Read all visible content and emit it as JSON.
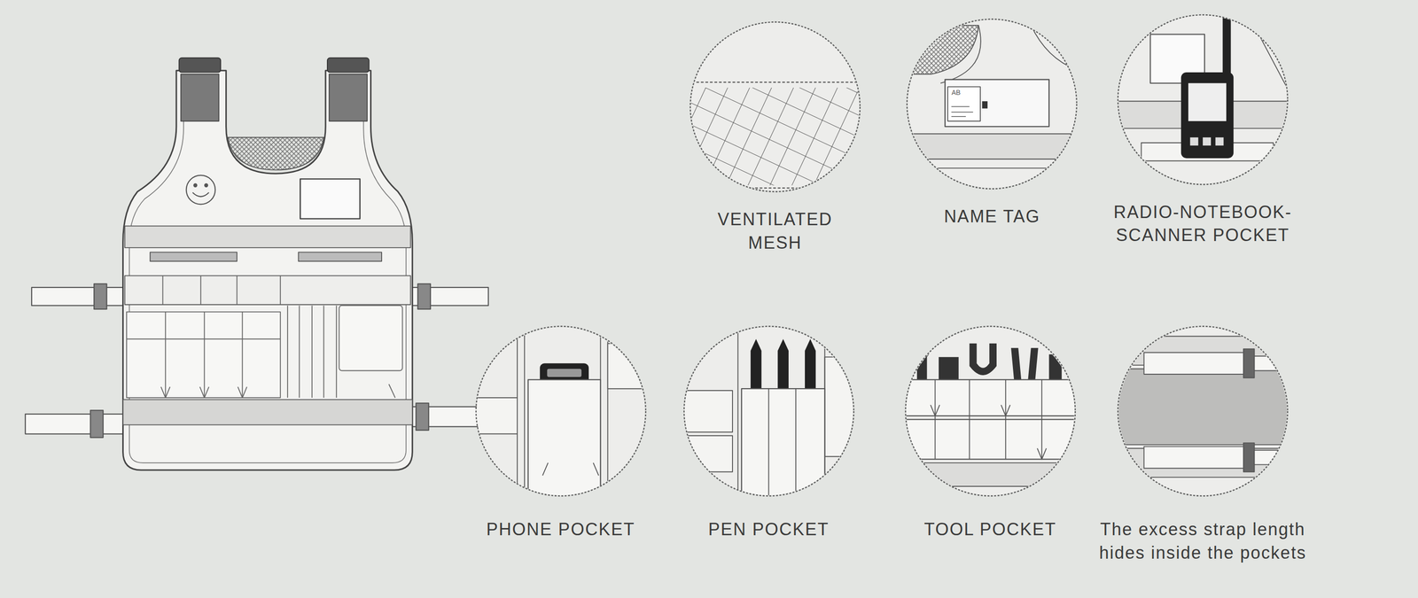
{
  "diagram": {
    "nodes": [
      {
        "text": [
          "VENTILATED MESH"
        ]
      },
      {
        "text": [
          "NAME TAG"
        ]
      },
      {
        "text": [
          "RADIO-NOTEBOOK- SCANNER POCKET"
        ]
      },
      {
        "text": [
          "PHONE POCKET"
        ]
      },
      {
        "text": [
          "PEN POCKET"
        ]
      },
      {
        "text": [
          "TOOL POCKET"
        ]
      },
      {
        "text": [
          "The excess strap length hides inside the pockets"
        ]
      }
    ],
    "labels": [
      "AB"
    ]
  }
}
